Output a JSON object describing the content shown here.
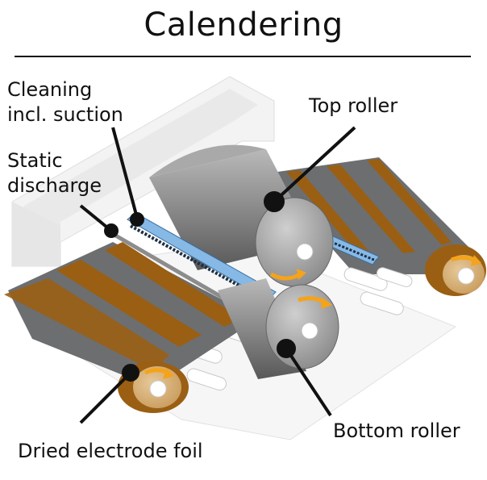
{
  "title": "Calendering",
  "labels": {
    "cleaning": "Cleaning\nincl. suction",
    "static": "Static\ndischarge",
    "top_roller": "Top roller",
    "bottom_roller": "Bottom roller",
    "foil": "Dried electrode foil"
  },
  "colors": {
    "foil_grey": "#6d6e70",
    "foil_brown": "#9a5f13",
    "arrow_orange": "#f5a31a",
    "blue_bar": "#86b9e6",
    "frame": "#f2f2f2"
  }
}
